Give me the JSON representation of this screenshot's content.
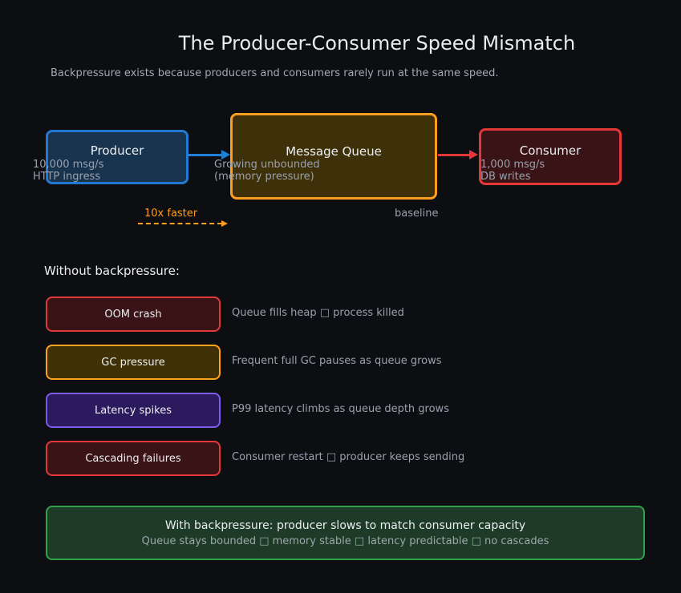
{
  "title": "The Producer-Consumer Speed Mismatch",
  "subtitle": "Backpressure exists because producers and consumers rarely run at the same speed.",
  "flow": {
    "producer": {
      "label": "Producer",
      "rate": "10,000 msg/s",
      "detail": "HTTP ingress"
    },
    "queue": {
      "label": "Message Queue",
      "rate": "Growing unbounded",
      "detail": "(memory pressure)"
    },
    "consumer": {
      "label": "Consumer",
      "rate": "1,000 msg/s",
      "detail": "DB writes"
    },
    "producer_note": "10x faster",
    "consumer_note": "baseline"
  },
  "without": {
    "heading": "Without backpressure:",
    "items": [
      {
        "label": "OOM crash",
        "description": "Queue fills heap □ process killed"
      },
      {
        "label": "GC pressure",
        "description": "Frequent full GC pauses as queue grows"
      },
      {
        "label": "Latency spikes",
        "description": "P99 latency climbs as queue depth grows"
      },
      {
        "label": "Cascading failures",
        "description": "Consumer restart □ producer keeps sending"
      }
    ]
  },
  "with": {
    "headline": "With backpressure: producer slows to match consumer capacity",
    "detail": "Queue stays bounded □ memory stable □ latency predictable □ no cascades"
  },
  "colors": {
    "background": "#0d0e12",
    "blue": "#2080d8",
    "orange": "#ff9d20",
    "red": "#e23838",
    "purple": "#7c5ce8",
    "green": "#31a24c",
    "text_primary": "#eceef0",
    "text_secondary": "#99a1ae"
  }
}
